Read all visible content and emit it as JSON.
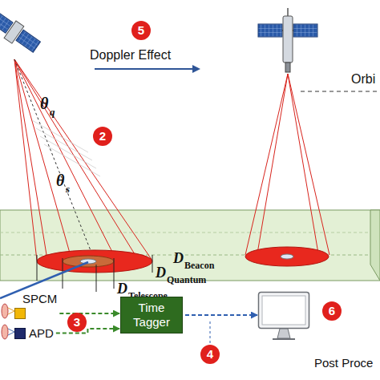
{
  "diagram": {
    "nodes": [
      {
        "text": [
          "SPCM"
        ]
      },
      {
        "text": [
          "APD"
        ]
      },
      {
        "text": [
          "Time Tagger"
        ]
      },
      {
        "text": [
          "Post Proce"
        ]
      }
    ],
    "edges": [
      {
        "from": 0,
        "to": 2,
        "arrow": "to"
      },
      {
        "from": 1,
        "to": 2,
        "arrow": "to"
      },
      {
        "from": 2,
        "to": 3,
        "arrow": "to"
      }
    ],
    "labels": [
      "5",
      "Doppler Effect",
      "Orbi",
      "2",
      "θ",
      "q",
      "θ",
      "s",
      "D",
      "Beacon",
      "D",
      "Quantum",
      "D",
      "Telescope",
      "3",
      "4",
      "6"
    ]
  }
}
